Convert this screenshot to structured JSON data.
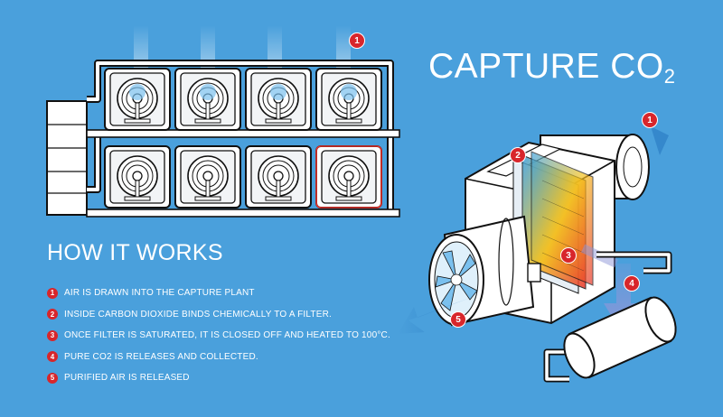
{
  "title": {
    "main": "CAPTURE CO",
    "sub": "2"
  },
  "how_it_works": {
    "heading": "HOW IT WORKS",
    "steps": [
      {
        "num": "1",
        "text": "AIR IS DRAWN INTO THE CAPTURE PLANT"
      },
      {
        "num": "2",
        "text": "INSIDE CARBON DIOXIDE BINDS CHEMICALLY TO A FILTER."
      },
      {
        "num": "3",
        "text": "ONCE FILTER IS SATURATED, IT IS CLOSED OFF AND HEATED TO 100°C."
      },
      {
        "num": "4",
        "text": "PURE CO2 IS RELEASES AND COLLECTED."
      },
      {
        "num": "5",
        "text": "PURIFIED AIR IS RELEASED"
      }
    ]
  },
  "diagram_badges": {
    "plant_air_in": "1",
    "unit_air_in": "1",
    "filter": "2",
    "heating": "3",
    "co2_release": "4",
    "air_release": "5"
  },
  "colors": {
    "background": "#4aa0dc",
    "badge": "#d8262b",
    "outline": "#111111",
    "unit_fill": "#ffffff",
    "highlight_unit": "#e8332b"
  },
  "icons": [
    "fan-icon",
    "arrow-icon"
  ]
}
